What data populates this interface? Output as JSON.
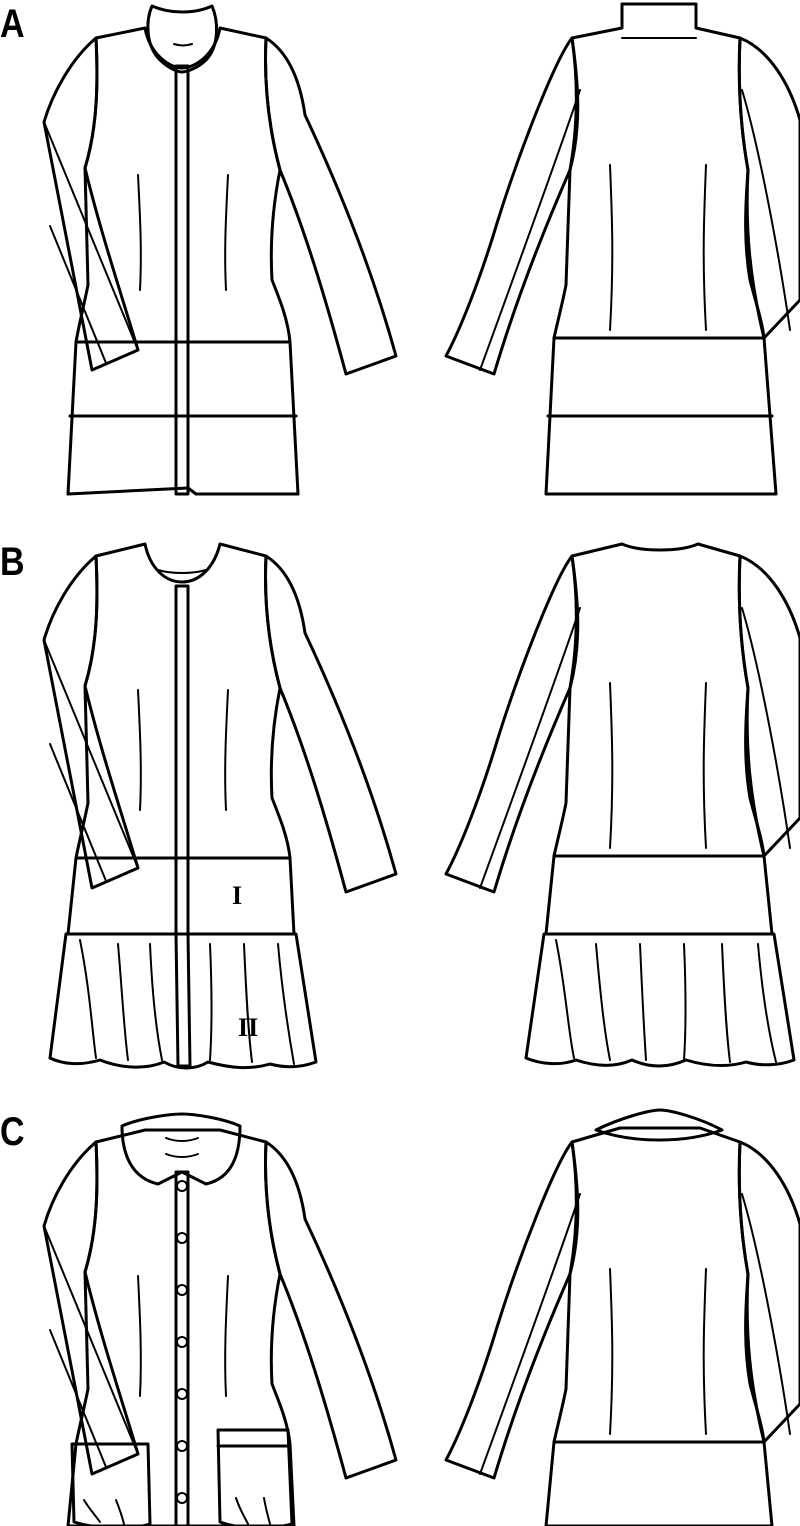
{
  "views": [
    {
      "id": "A",
      "label": "A",
      "front_piece_labels": []
    },
    {
      "id": "B",
      "label": "B",
      "front_piece_labels": [
        "I",
        "II"
      ]
    },
    {
      "id": "C",
      "label": "C",
      "front_piece_labels": []
    }
  ],
  "colors": {
    "line": "#000000",
    "front_fill": "#ffffff",
    "back_fill": "#b4b4b4",
    "front_ruffle_fill": "#e3e3e3",
    "back_ruffle_fill": "#8f8f8f",
    "pocket_fill": "#e3e3e3"
  }
}
